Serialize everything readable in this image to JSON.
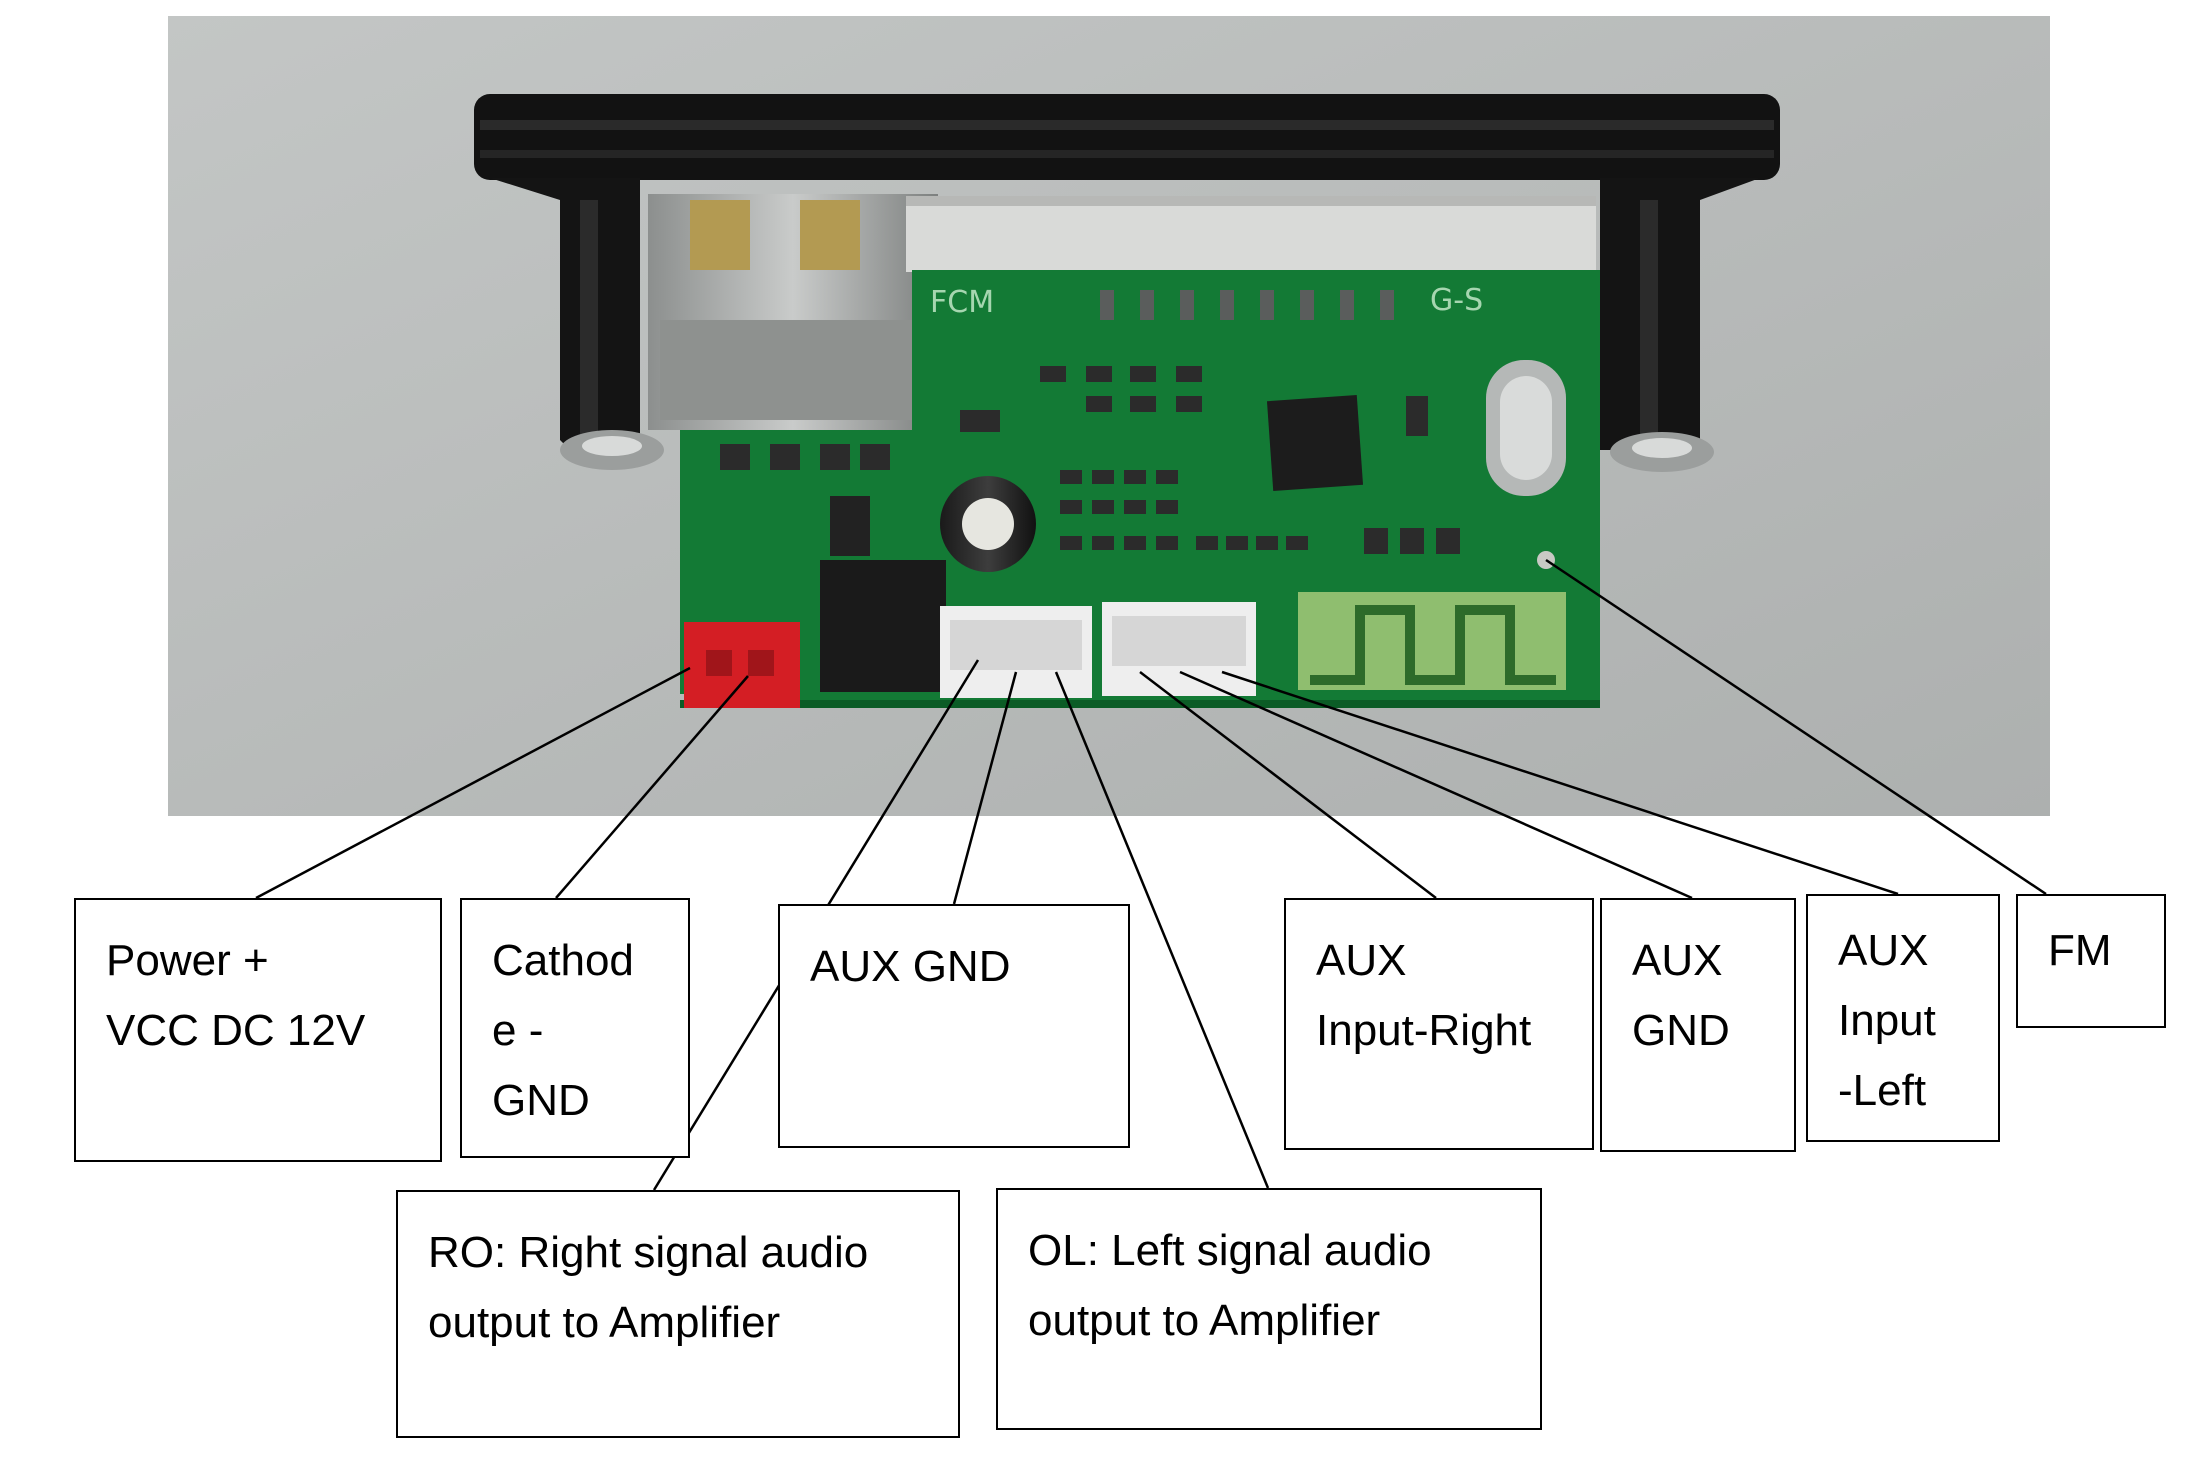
{
  "photo": {
    "background_color": "#b9bcbb",
    "board_color": "#137a35",
    "bezel_color": "#121212",
    "connector_red": "#d41e24",
    "connector_white": "#eeeeee",
    "silkscreen_top": "FCM",
    "silkscreen_logo": "G-S"
  },
  "labels": {
    "power": {
      "lines": [
        "Power +",
        "VCC DC 12V"
      ]
    },
    "cathode": {
      "lines": [
        "Cathod",
        "e -",
        "GND"
      ]
    },
    "aux_gnd_1": {
      "lines": [
        "AUX GND"
      ]
    },
    "aux_right": {
      "lines": [
        "AUX",
        "Input-Right"
      ]
    },
    "aux_gnd_2": {
      "lines": [
        "AUX",
        "GND"
      ]
    },
    "aux_left": {
      "lines": [
        "AUX",
        "Input",
        "-Left"
      ]
    },
    "fm": {
      "lines": [
        "FM"
      ]
    },
    "ro": {
      "lines": [
        "RO: Right signal audio",
        "output to Amplifier"
      ]
    },
    "ol": {
      "lines": [
        "OL: Left signal audio",
        "output to Amplifier"
      ]
    }
  },
  "leader_line_color": "#000000"
}
